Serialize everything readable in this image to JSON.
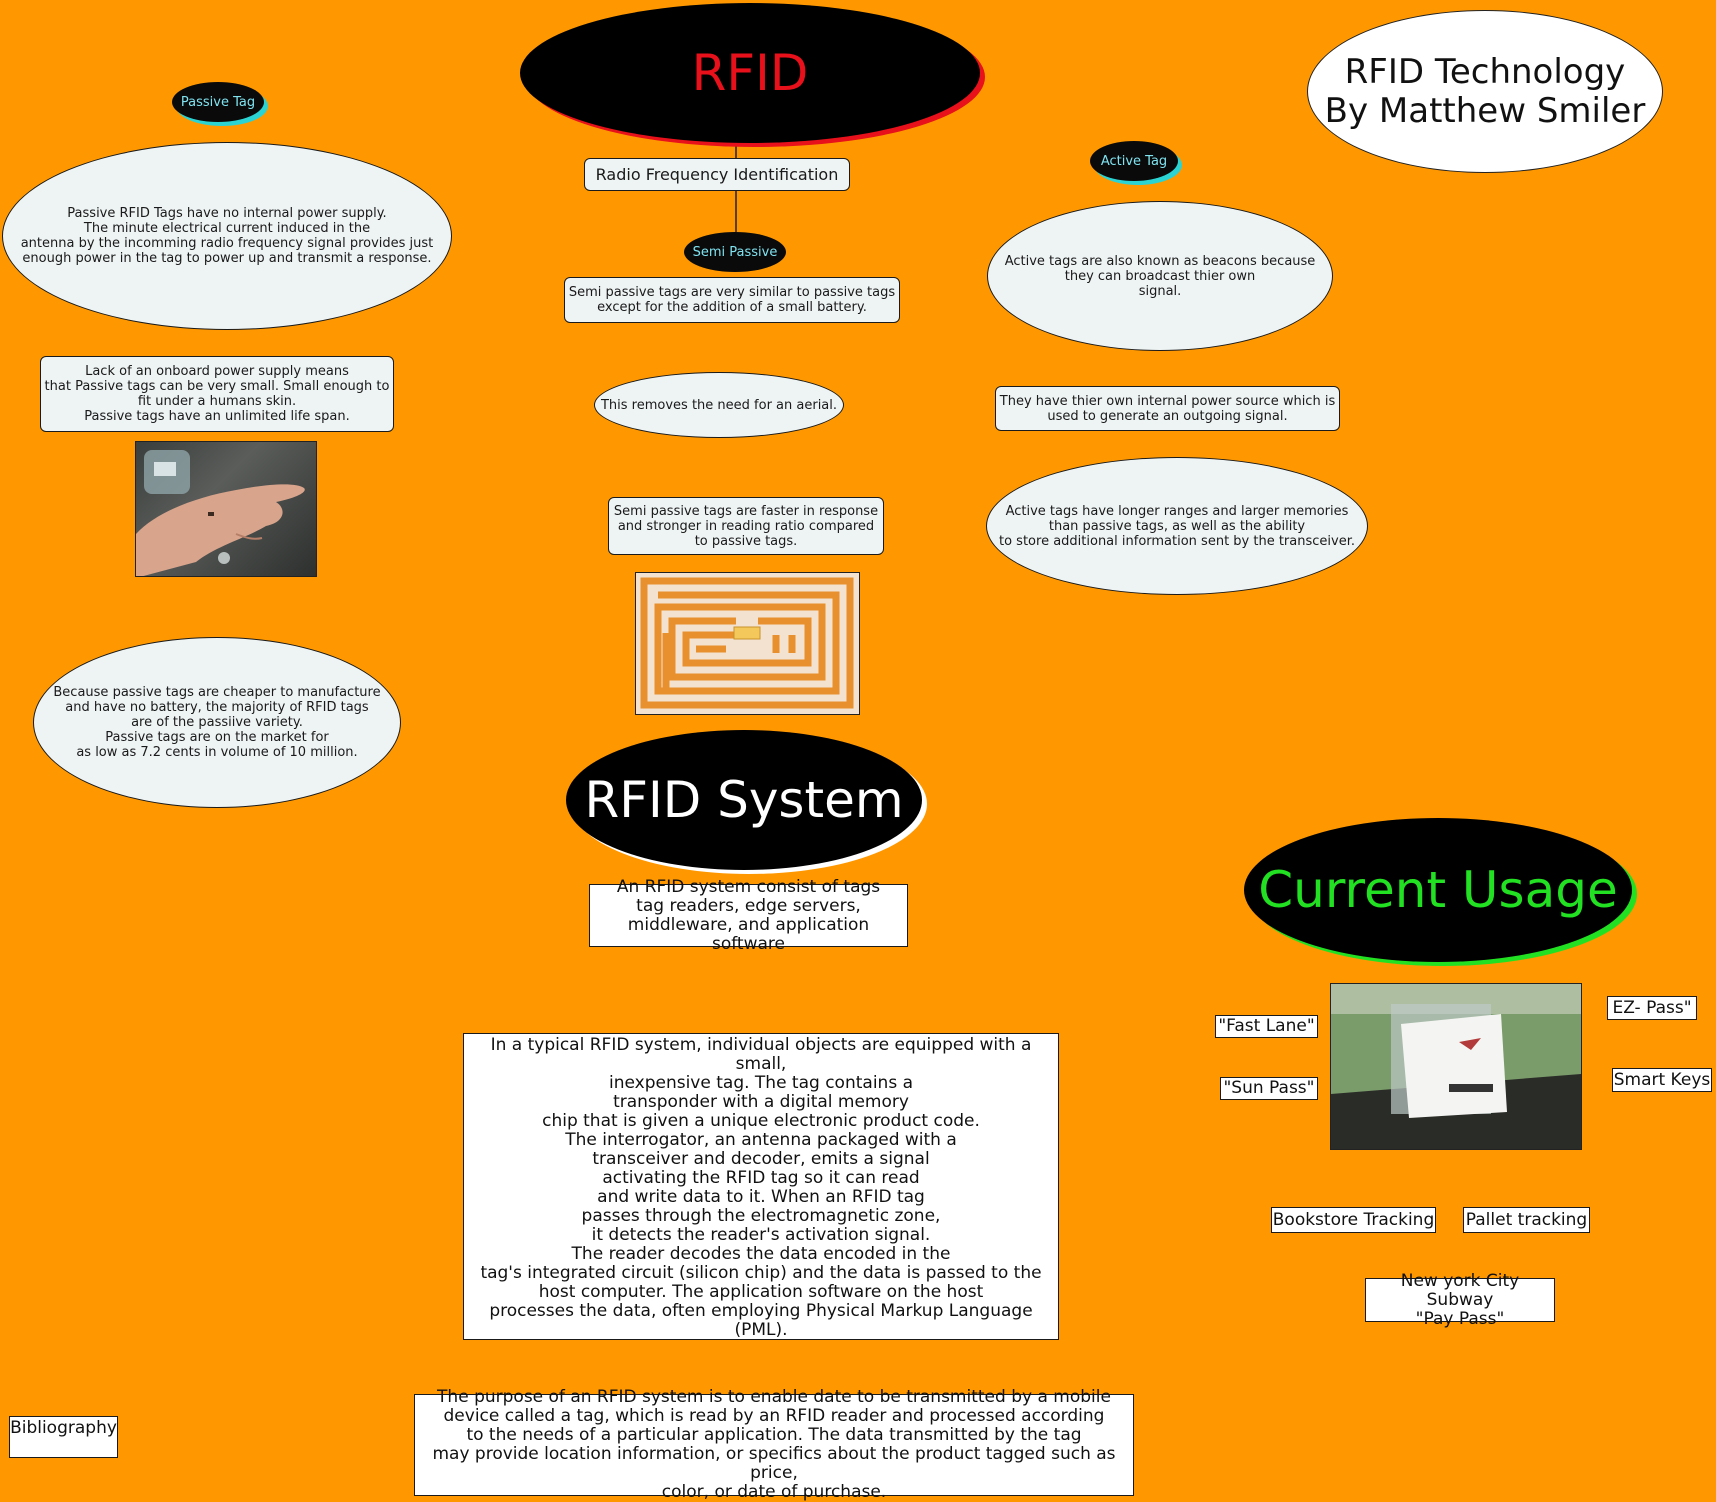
{
  "headings": {
    "rfid": "RFID",
    "title": "RFID Technology\nBy Matthew Smiler",
    "rfid_system": "RFID System",
    "current_usage": "Current Usage"
  },
  "center": {
    "subtitle": "Radio Frequency Identification",
    "semi_passive_label": "Semi Passive",
    "semi_text1": "Semi passive tags are very similar to passive tags\nexcept for the addition of a small battery.",
    "semi_text2": "This removes the need for an aerial.",
    "semi_text3": "Semi passive tags are faster in response\nand stronger in reading ratio compared\nto passive tags."
  },
  "passive": {
    "label": "Passive Tag",
    "text1": "Passive RFID Tags have no internal power supply.\nThe minute electrical current induced in the\nantenna by the incomming radio frequency signal provides just\nenough power in the tag to power up and transmit a response.",
    "text2": "Lack of an onboard power supply means\nthat Passive tags can be very small. Small enough to\nfit under a humans skin.\nPassive tags have an unlimited life span.",
    "text3": "Because passive tags are cheaper to manufacture\nand have no battery, the majority of RFID tags\nare of the passiive variety.\nPassive tags are on the market for\nas low as 7.2 cents in volume of 10 million."
  },
  "active": {
    "label": "Active Tag",
    "text1": "Active tags are also known as beacons because\nthey can broadcast thier own\nsignal.",
    "text2": "They have thier own internal power source which is\nused to generate an outgoing signal.",
    "text3": "Active tags have longer ranges and larger memories\nthan passive tags, as well as the ability\nto store additional information sent by the transceiver."
  },
  "system": {
    "components": "An RFID system consist of tags\ntag readers, edge servers,\nmiddleware, and application software",
    "description": "In a typical RFID system, individual objects are equipped with a small,\ninexpensive tag. The tag contains a\ntransponder with a digital memory\nchip that is given a unique electronic product code.\nThe interrogator, an antenna packaged with a\ntransceiver and decoder, emits a signal\nactivating the RFID tag so it can read\nand write data to it. When an RFID tag\npasses through the electromagnetic zone,\nit detects the reader's activation signal.\nThe reader decodes the data encoded in the\ntag's integrated circuit (silicon chip) and the data is passed to the\nhost computer. The application software on the host\nprocesses the data, often employing Physical Markup Language (PML).",
    "purpose": "The purpose of an RFID system is to enable date to be transmitted by a mobile\ndevice called a tag, which is read by an RFID reader and processed according\nto the needs of a particular application. The data transmitted by the tag\nmay provide location information, or specifics about the product tagged such as price,\ncolor, or date of purchase."
  },
  "usage": {
    "fast_lane": "\"Fast Lane\"",
    "sun_pass": "\"Sun Pass\"",
    "ez_pass": "EZ- Pass\"",
    "smart_keys": "Smart Keys",
    "bookstore": "Bookstore Tracking",
    "pallet": "Pallet tracking",
    "subway": "New york City Subway\n\"Pay Pass\""
  },
  "bibliography": "Bibliography",
  "colors": {
    "background": "#ff9800",
    "rfid_text": "#e8101a",
    "current_usage_text": "#22e022",
    "pill_text": "#7fe3f0",
    "bubble_fill": "#eef3f4"
  },
  "icons": {
    "hand_photo": "hand-implant-photo",
    "antenna_photo": "rfid-antenna-tag-photo",
    "transponder_photo": "ez-pass-transponder-photo"
  }
}
